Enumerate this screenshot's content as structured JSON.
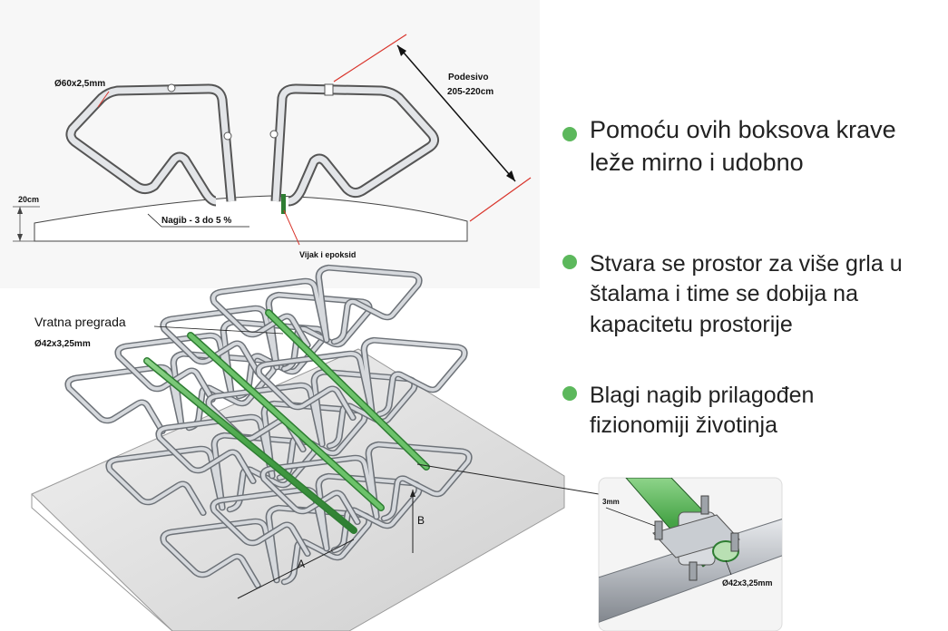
{
  "top_diagram": {
    "pipe_dim": "Ø60x2,5mm",
    "adjustable_label": "Podesivo",
    "adjustable_range": "205-220cm",
    "height_label": "20cm",
    "slope_label": "Nagib - 3 do 5 %",
    "anchor_label": "Vijak i epoksid"
  },
  "bottom_diagram": {
    "neck_rail_title": "Vratna pregrada",
    "neck_rail_dim": "Ø42x3,25mm",
    "dim_a": "A",
    "dim_b": "B"
  },
  "detail": {
    "left_dim": "3mm",
    "clamp_dim": "Ø42x3,25mm"
  },
  "bullets": [
    {
      "text": "Pomoću ovih boksova krave leže mirno i udobno"
    },
    {
      "text": "Stvara se prostor za više grla u štalama i time se dobija na kapacitetu prostorije"
    },
    {
      "text": "Blagi nagib prilagođen fizionomiji životinja"
    }
  ],
  "colors": {
    "bullet": "#5cb85c",
    "rail_green": "#4caf50",
    "dimension_red": "#d9342b",
    "pipe_gray": "#a8acb2"
  }
}
